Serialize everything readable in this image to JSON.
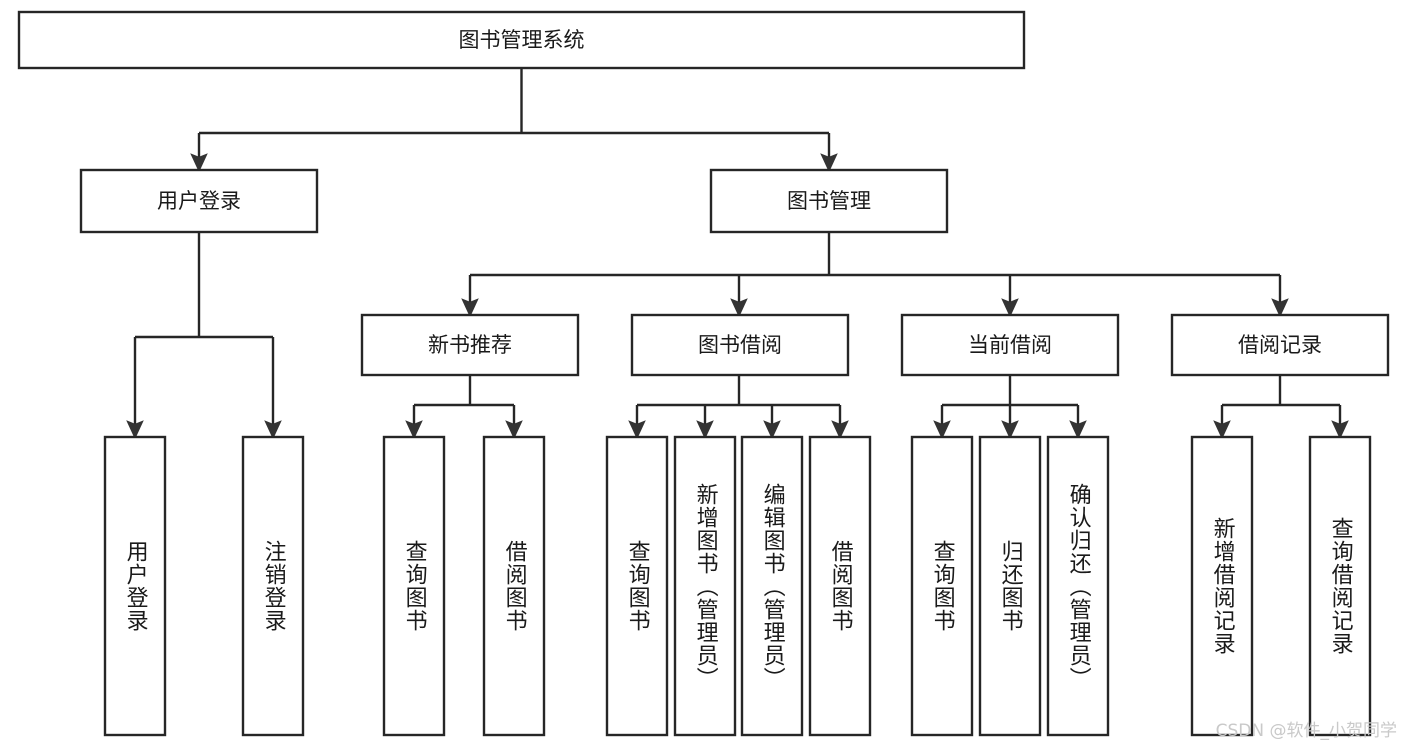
{
  "diagram": {
    "type": "tree-hierarchy",
    "title": "图书管理系统",
    "orientation": "top-down",
    "colors": {
      "box_stroke": "#262626",
      "box_fill": "#ffffff",
      "text": "#1a1a1a",
      "watermark": "#c9c9c9",
      "background": "#ffffff"
    },
    "root": {
      "id": "root",
      "label": "图书管理系统",
      "orientation": "horizontal"
    },
    "level2": [
      {
        "id": "user-login",
        "label": "用户登录",
        "orientation": "horizontal"
      },
      {
        "id": "book-manage",
        "label": "图书管理",
        "orientation": "horizontal"
      }
    ],
    "level3": [
      {
        "id": "new-book-rec",
        "label": "新书推荐",
        "orientation": "horizontal",
        "parent": "book-manage"
      },
      {
        "id": "book-borrow",
        "label": "图书借阅",
        "orientation": "horizontal",
        "parent": "book-manage"
      },
      {
        "id": "current-borrow",
        "label": "当前借阅",
        "orientation": "horizontal",
        "parent": "book-manage"
      },
      {
        "id": "borrow-record",
        "label": "借阅记录",
        "orientation": "horizontal",
        "parent": "book-manage"
      }
    ],
    "leaves": [
      {
        "id": "leaf-user-login",
        "label": "用户登录",
        "parent": "user-login",
        "orientation": "vertical"
      },
      {
        "id": "leaf-user-logout",
        "label": "注销登录",
        "parent": "user-login",
        "orientation": "vertical"
      },
      {
        "id": "leaf-query-book-1",
        "label": "查询图书",
        "parent": "new-book-rec",
        "orientation": "vertical"
      },
      {
        "id": "leaf-borrow-book-1",
        "label": "借阅图书",
        "parent": "new-book-rec",
        "orientation": "vertical"
      },
      {
        "id": "leaf-query-book-2",
        "label": "查询图书",
        "parent": "book-borrow",
        "orientation": "vertical"
      },
      {
        "id": "leaf-add-book",
        "label": "新增图书（管理员）",
        "parent": "book-borrow",
        "orientation": "vertical"
      },
      {
        "id": "leaf-edit-book",
        "label": "编辑图书（管理员）",
        "parent": "book-borrow",
        "orientation": "vertical"
      },
      {
        "id": "leaf-borrow-book-2",
        "label": "借阅图书",
        "parent": "book-borrow",
        "orientation": "vertical"
      },
      {
        "id": "leaf-query-book-3",
        "label": "查询图书",
        "parent": "current-borrow",
        "orientation": "vertical"
      },
      {
        "id": "leaf-return-book",
        "label": "归还图书",
        "parent": "current-borrow",
        "orientation": "vertical"
      },
      {
        "id": "leaf-confirm-return",
        "label": "确认归还（管理员）",
        "parent": "current-borrow",
        "orientation": "vertical"
      },
      {
        "id": "leaf-add-record",
        "label": "新增借阅记录",
        "parent": "borrow-record",
        "orientation": "vertical"
      },
      {
        "id": "leaf-query-record",
        "label": "查询借阅记录",
        "parent": "borrow-record",
        "orientation": "vertical"
      }
    ]
  },
  "watermark": {
    "text": "CSDN @软件_小贺同学"
  }
}
